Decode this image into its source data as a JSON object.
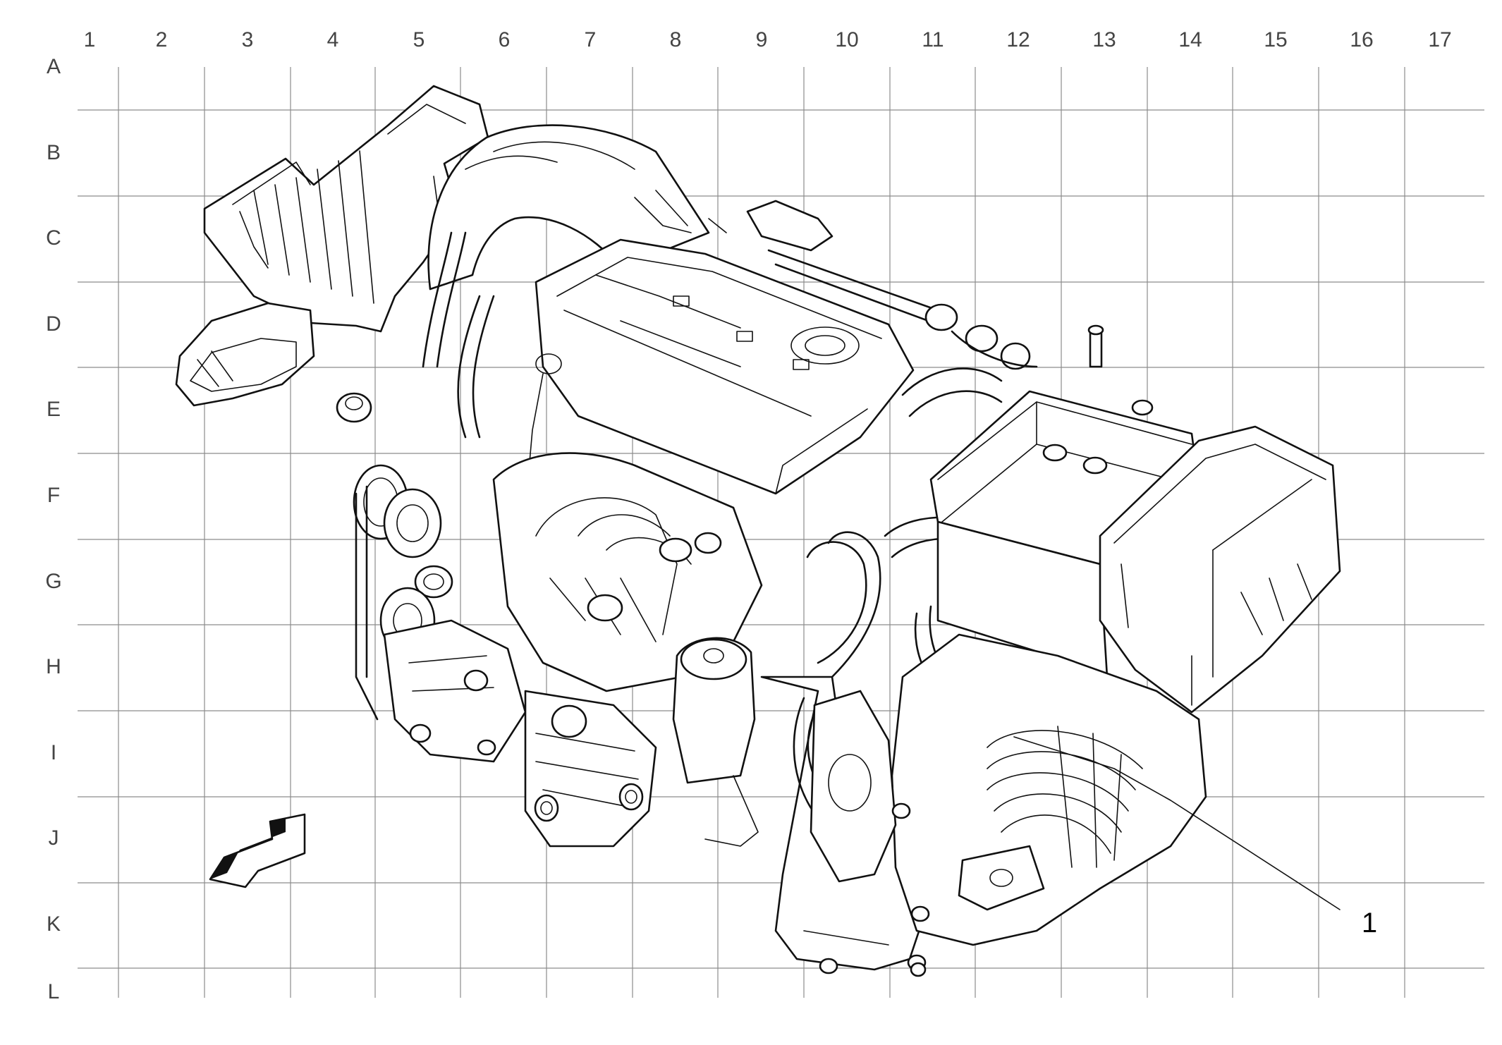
{
  "grid": {
    "columns": [
      "1",
      "2",
      "3",
      "4",
      "5",
      "6",
      "7",
      "8",
      "9",
      "10",
      "11",
      "12",
      "13",
      "14",
      "15",
      "16",
      "17"
    ],
    "rows": [
      "A",
      "B",
      "C",
      "D",
      "E",
      "F",
      "G",
      "H",
      "I",
      "J",
      "K",
      "L"
    ]
  },
  "callouts": [
    {
      "label": "1"
    }
  ],
  "illustration": {
    "arrow_icon": "direction-arrow-icon"
  }
}
